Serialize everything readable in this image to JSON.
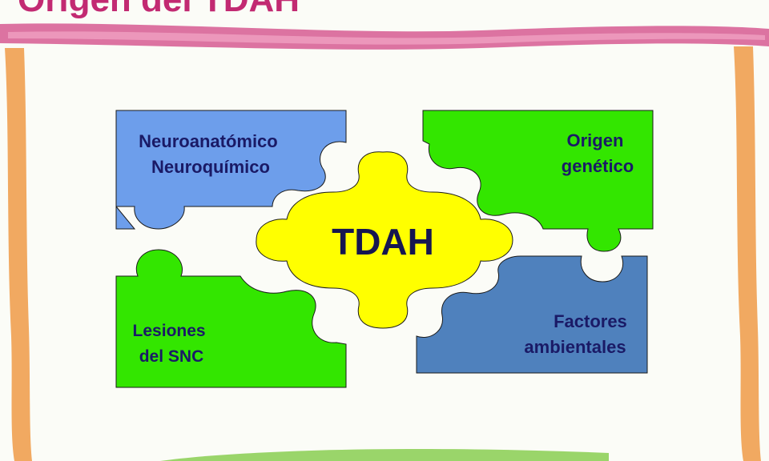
{
  "slide": {
    "title": "Origen del TDAH"
  },
  "diagram": {
    "center": {
      "label": "TDAH",
      "color": "#ffff00"
    },
    "pieces": [
      {
        "id": "top-left",
        "lines": [
          "Neuroanatómico",
          "Neuroquímico"
        ],
        "color": "#6d9eeb"
      },
      {
        "id": "top-right",
        "lines": [
          "Origen",
          "genético"
        ],
        "color": "#33e600"
      },
      {
        "id": "bottom-left",
        "lines": [
          "Lesiones",
          "del SNC"
        ],
        "color": "#33e600"
      },
      {
        "id": "bottom-right",
        "lines": [
          "Factores",
          "ambientales"
        ],
        "color": "#4f81bd"
      }
    ],
    "text_color": "#1a1a66",
    "center_text_color": "#161650"
  },
  "decor": {
    "pink_stroke": "#d65a92",
    "orange_stroke": "#f0a050",
    "green_stroke": "#8fd05a"
  }
}
